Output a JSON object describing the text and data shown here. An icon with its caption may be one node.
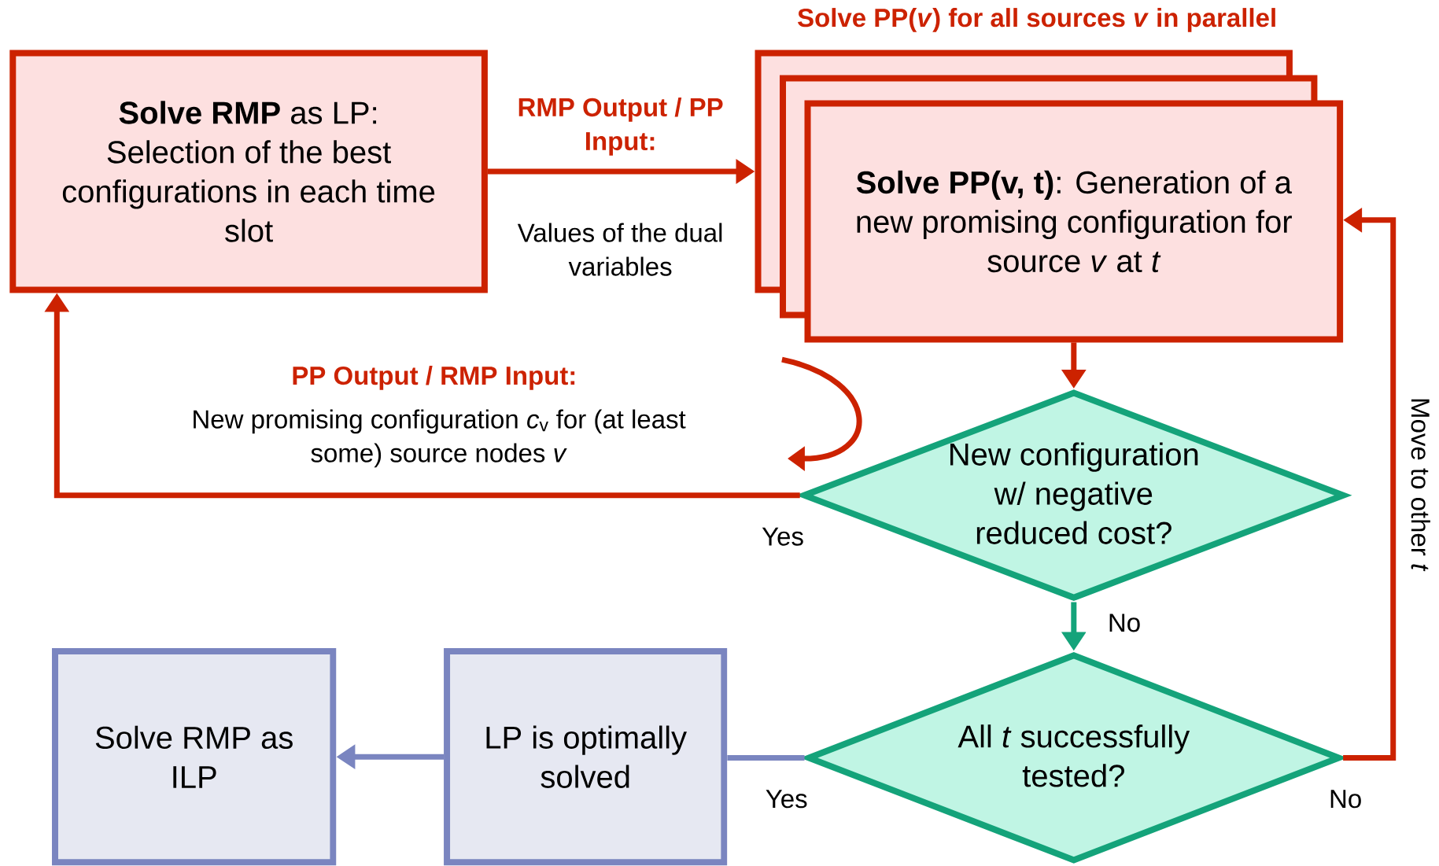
{
  "diagram": {
    "nodes": [
      {
        "text": [
          "**Solve RMP** as LP: Selection of the best configurations in each time slot"
        ]
      },
      {
        "text": [],
        "shape": "box"
      },
      {
        "text": [],
        "shape": "box"
      },
      {
        "text": [
          "**Solve PP(v, t)**: Generation of a new promising configuration for source *v* at *t*"
        ]
      },
      {
        "text": [
          "New configuration w/ negative reduced cost?"
        ]
      },
      {
        "text": [
          "All *t* successfully tested?"
        ]
      },
      {
        "text": [
          "LP is optimally solved"
        ]
      },
      {
        "text": [
          "Solve RMP as ILP"
        ]
      }
    ],
    "edges": [
      {
        "from": 0,
        "to": 1,
        "arrow": "to",
        "label": "RMP Output / PP Input:",
        "color": "#cc2200"
      },
      {
        "from": 3,
        "to": 4,
        "arrow": "to",
        "color": "#cc2200"
      },
      {
        "from": 4,
        "to": 0,
        "arrow": "to",
        "label": "Yes",
        "color": "#cc2200"
      },
      {
        "from": 4,
        "to": 5,
        "arrow": "to",
        "label": "No",
        "color": "#14a37a"
      },
      {
        "from": 5,
        "to": 3,
        "arrow": "to",
        "label": "No",
        "color": "#cc2200"
      },
      {
        "from": 5,
        "to": 6,
        "arrow": "none",
        "label": "Yes",
        "color": "#7a85c0"
      },
      {
        "from": 6,
        "to": 7,
        "arrow": "to",
        "color": "#7a85c0"
      }
    ],
    "labels": [
      "Solve PP(*v*) for all sources *v* in parallel",
      "Values of the dual variables",
      "PP Output / RMP Input:",
      "New promising configuration *c*$_{v}$ for (at least some) source nodes *v*",
      "Move to other *t*"
    ]
  }
}
